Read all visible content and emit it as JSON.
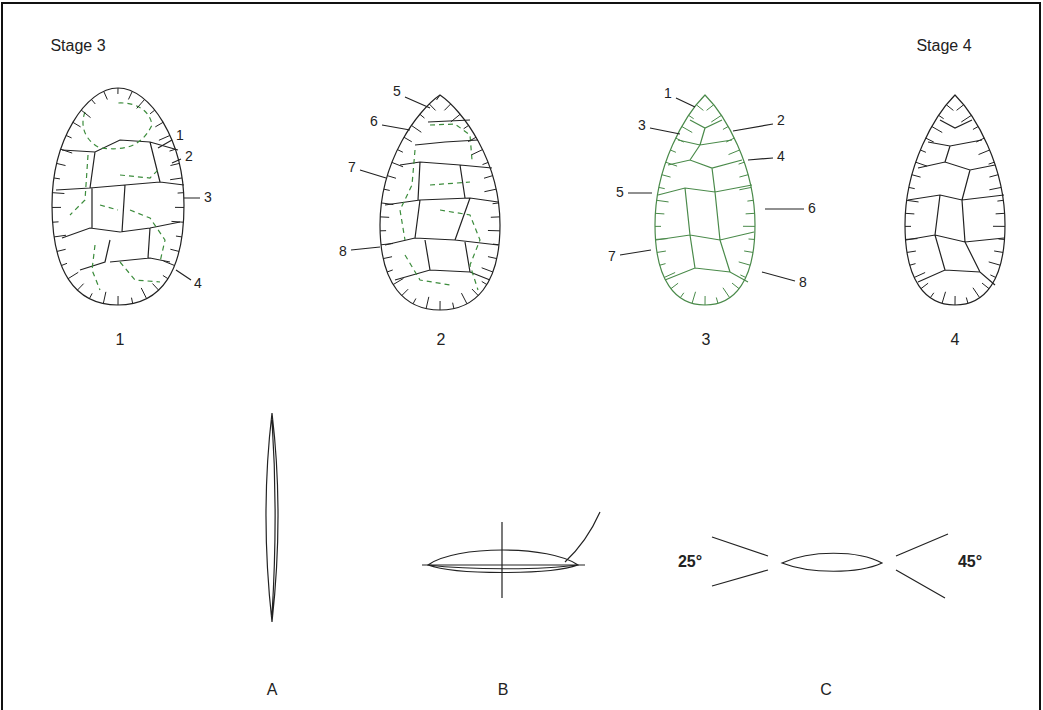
{
  "diagram": {
    "labels": [
      "Stage 3",
      "Stage 4",
      "1",
      "2",
      "3",
      "4",
      "5",
      "6",
      "7",
      "8",
      "1",
      "2",
      "3",
      "4",
      "5",
      "6",
      "7",
      "8",
      "1",
      "2",
      "3",
      "4",
      "A",
      "B",
      "C",
      "25°",
      "45°"
    ]
  }
}
